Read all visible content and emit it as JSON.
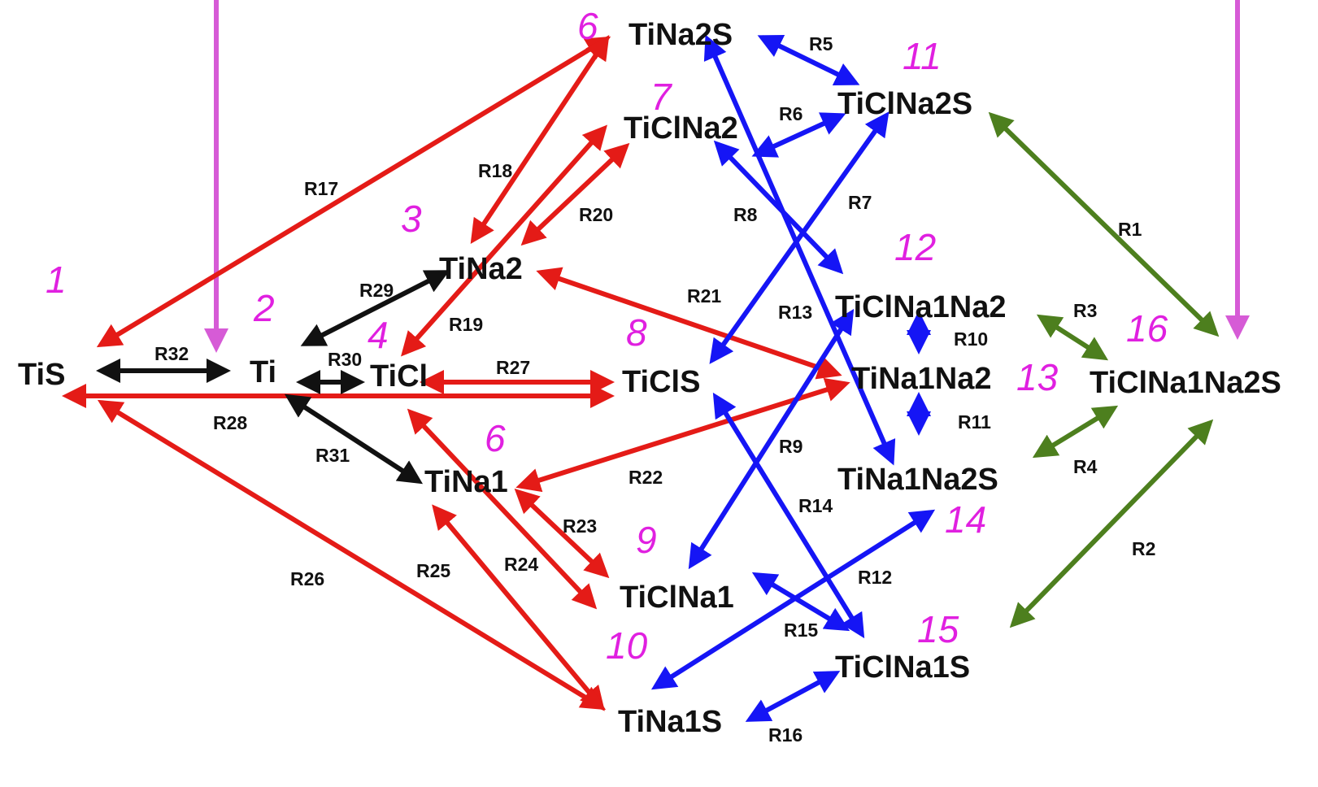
{
  "colors": {
    "red": "#e41b17",
    "blue": "#1515f5",
    "green": "#4d7f1e",
    "black": "#111111",
    "magenta": "#d65bd6",
    "annotation": "#e020e0"
  },
  "species": [
    {
      "id": "TiS",
      "label": "TiS"
    },
    {
      "id": "Ti",
      "label": "Ti"
    },
    {
      "id": "TiCl",
      "label": "TiCl"
    },
    {
      "id": "TiNa2",
      "label": "TiNa2"
    },
    {
      "id": "TiNa1",
      "label": "TiNa1"
    },
    {
      "id": "TiNa2S",
      "label": "TiNa2S"
    },
    {
      "id": "TiClNa2",
      "label": "TiClNa2"
    },
    {
      "id": "TiClS",
      "label": "TiClS"
    },
    {
      "id": "TiClNa1",
      "label": "TiClNa1"
    },
    {
      "id": "TiNa1S",
      "label": "TiNa1S"
    },
    {
      "id": "TiClNa2S",
      "label": "TiClNa2S"
    },
    {
      "id": "TiClNa1Na2",
      "label": "TiClNa1Na2"
    },
    {
      "id": "TiNa1Na2",
      "label": "TiNa1Na2"
    },
    {
      "id": "TiNa1Na2S",
      "label": "TiNa1Na2S"
    },
    {
      "id": "TiClNa1S",
      "label": "TiClNa1S"
    },
    {
      "id": "TiClNa1Na2S",
      "label": "TiClNa1Na2S"
    }
  ],
  "reactions": [
    {
      "id": "R1",
      "label": "R1",
      "color": "green"
    },
    {
      "id": "R2",
      "label": "R2",
      "color": "green"
    },
    {
      "id": "R3",
      "label": "R3",
      "color": "green"
    },
    {
      "id": "R4",
      "label": "R4",
      "color": "green"
    },
    {
      "id": "R5",
      "label": "R5",
      "color": "blue"
    },
    {
      "id": "R6",
      "label": "R6",
      "color": "blue"
    },
    {
      "id": "R7",
      "label": "R7",
      "color": "blue"
    },
    {
      "id": "R8",
      "label": "R8",
      "color": "blue"
    },
    {
      "id": "R9",
      "label": "R9",
      "color": "blue"
    },
    {
      "id": "R10",
      "label": "R10",
      "color": "blue"
    },
    {
      "id": "R11",
      "label": "R11",
      "color": "blue"
    },
    {
      "id": "R12",
      "label": "R12",
      "color": "blue"
    },
    {
      "id": "R13",
      "label": "R13",
      "color": "blue"
    },
    {
      "id": "R14",
      "label": "R14",
      "color": "blue"
    },
    {
      "id": "R15",
      "label": "R15",
      "color": "blue"
    },
    {
      "id": "R16",
      "label": "R16",
      "color": "blue"
    },
    {
      "id": "R17",
      "label": "R17",
      "color": "red"
    },
    {
      "id": "R18",
      "label": "R18",
      "color": "red"
    },
    {
      "id": "R19",
      "label": "R19",
      "color": "red"
    },
    {
      "id": "R20",
      "label": "R20",
      "color": "red"
    },
    {
      "id": "R21",
      "label": "R21",
      "color": "red"
    },
    {
      "id": "R22",
      "label": "R22",
      "color": "red"
    },
    {
      "id": "R23",
      "label": "R23",
      "color": "red"
    },
    {
      "id": "R24",
      "label": "R24",
      "color": "red"
    },
    {
      "id": "R25",
      "label": "R25",
      "color": "red"
    },
    {
      "id": "R26",
      "label": "R26",
      "color": "red"
    },
    {
      "id": "R27",
      "label": "R27",
      "color": "red"
    },
    {
      "id": "R28",
      "label": "R28",
      "color": "red"
    },
    {
      "id": "R29",
      "label": "R29",
      "color": "black"
    },
    {
      "id": "R30",
      "label": "R30",
      "color": "black"
    },
    {
      "id": "R31",
      "label": "R31",
      "color": "black"
    },
    {
      "id": "R32",
      "label": "R32",
      "color": "black"
    }
  ],
  "annotations": [
    "1",
    "2",
    "3",
    "4",
    "6",
    "6",
    "7",
    "8",
    "9",
    "10",
    "11",
    "12",
    "13",
    "14",
    "15",
    "16"
  ]
}
